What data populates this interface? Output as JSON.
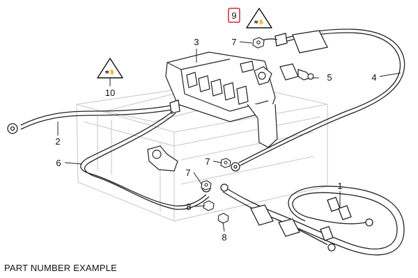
{
  "callouts": {
    "p1": "1",
    "p2": "2",
    "p3": "3",
    "p4": "4",
    "p5": "5",
    "p6": "6",
    "p7a": "7",
    "p7b": "7",
    "p7c": "7",
    "p8a": "8",
    "p8b": "8",
    "p9": "9",
    "p10": "10"
  },
  "highlight_color": "#d9232a",
  "caption": "PART NUMBER EXAMPLE"
}
